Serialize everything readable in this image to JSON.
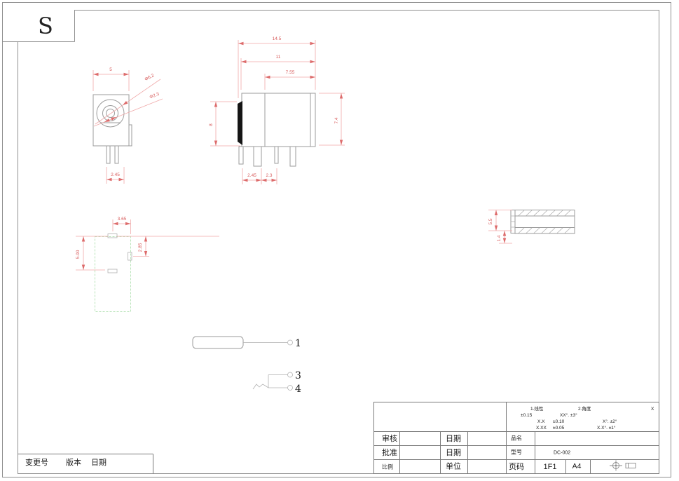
{
  "frame": {
    "logo": "S"
  },
  "revision_strip": {
    "change_no": "变更号",
    "version": "版本",
    "date": "日期"
  },
  "views": {
    "front": {
      "width": "5",
      "dia_outer": "Φ6.2",
      "dia_inner": "Φ2.3",
      "pin_pitch": "2.45"
    },
    "side": {
      "len_total": "14.5",
      "len_body": "11",
      "len_back": "7.55",
      "height": "8",
      "height_right": "7.4",
      "pitch_a": "2.45",
      "pitch_b": "2.3"
    },
    "pin": {
      "dia": "5.5",
      "tip": "1.4"
    },
    "footprint": {
      "pad_span": "3.65",
      "row_span": "5.00",
      "pad_offset": "2.85"
    }
  },
  "callouts": {
    "item1": "1",
    "item3": "3",
    "item4": "4"
  },
  "title_block": {
    "tolerance": {
      "linear_title": "1.线性",
      "angle_title": "2.角度",
      "x_header": "X",
      "l1": "±0.15",
      "a1": "XX°. ±3°",
      "l2_range": "X.X",
      "l2": "±0.10",
      "a2": "X°. ±2°",
      "l3_range": "X.XX",
      "l3": "±0.05",
      "a3": "X.X°. ±1°"
    },
    "review_label": "审核",
    "approve_label": "批准",
    "scale_label": "比例",
    "date_label1": "日期",
    "date_label2": "日期",
    "unit_label": "单位",
    "product_label": "品名",
    "model_label": "型号",
    "page_label": "页码",
    "model_value": "DC-002",
    "page_value": "1F1",
    "sheet_size": "A4"
  },
  "colors": {
    "dimension_red": "#d85c5c",
    "drawing_gray": "#9b9b9b",
    "footprint_green": "#b7e3b7"
  }
}
